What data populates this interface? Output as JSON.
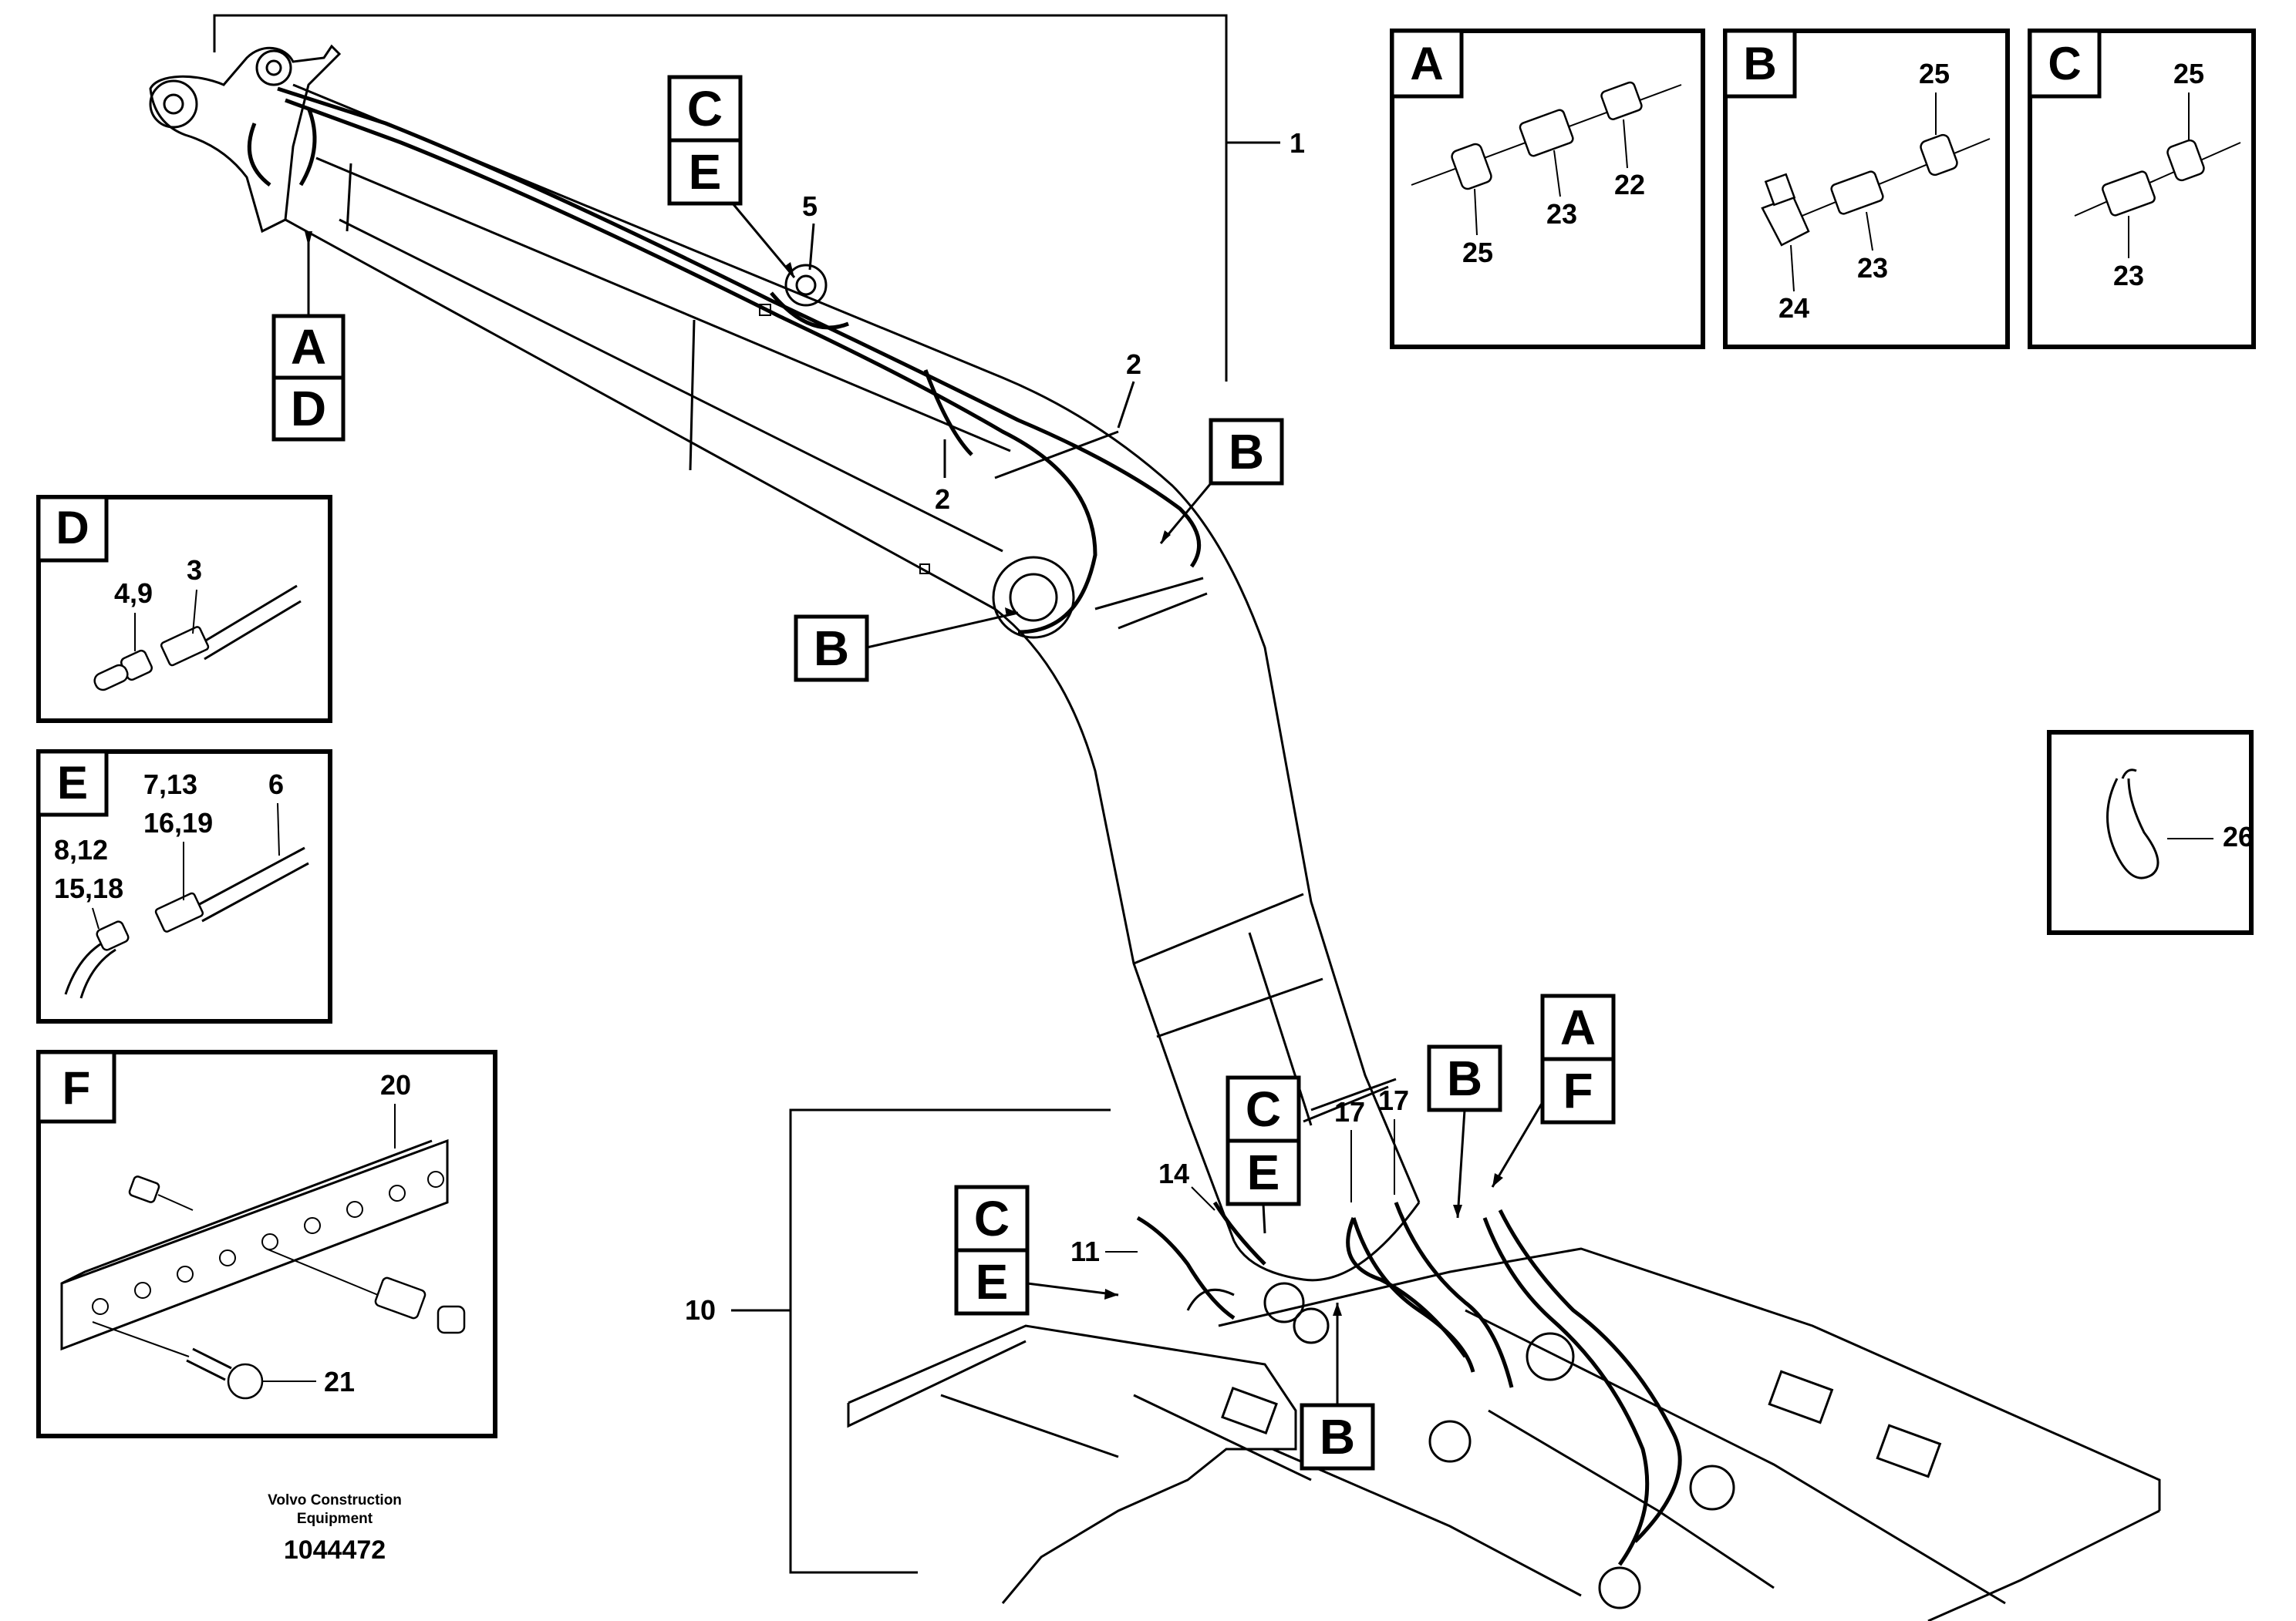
{
  "drawing": {
    "maker_line1": "Volvo Construction",
    "maker_line2": "Equipment",
    "drawing_number": "1044472"
  },
  "items": {
    "i1": "1",
    "i2a": "2",
    "i2b": "2",
    "i5": "5",
    "i10": "10",
    "i11": "11",
    "i14": "14",
    "i17a": "17",
    "i17b": "17"
  },
  "callouts": {
    "A_top": "A",
    "D_top": "D",
    "C_top": "C",
    "E_top": "E",
    "B_right": "B",
    "B_mid": "B",
    "C_mid": "C",
    "E_mid": "E",
    "C_left": "C",
    "E_left": "E",
    "B_low": "B",
    "A_right": "A",
    "F_right": "F",
    "B_bottom": "B"
  },
  "details": {
    "A": {
      "letter": "A",
      "labels": [
        "25",
        "23",
        "22"
      ]
    },
    "B": {
      "letter": "B",
      "labels": [
        "25",
        "24",
        "23"
      ]
    },
    "C": {
      "letter": "C",
      "labels": [
        "25",
        "23"
      ]
    },
    "D": {
      "letter": "D",
      "labels": [
        "4,9",
        "3"
      ]
    },
    "E": {
      "letter": "E",
      "labels": [
        "7,13",
        "16,19",
        "6",
        "8,12",
        "15,18"
      ]
    },
    "F": {
      "letter": "F",
      "labels": [
        "20",
        "21"
      ]
    },
    "clip": {
      "label": "26"
    }
  }
}
